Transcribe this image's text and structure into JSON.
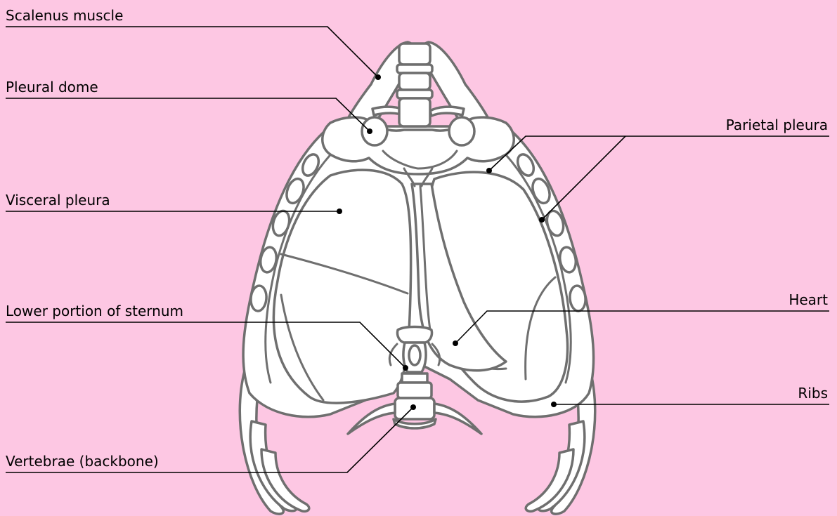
{
  "colors": {
    "background": "#fdc7e3",
    "outline": "#6f6f6f",
    "fill": "#ffffff",
    "leader": "#000000"
  },
  "labels": {
    "scalenus": "Scalenus muscle",
    "pleural_dome": "Pleural dome",
    "visceral": "Visceral pleura",
    "sternum": "Lower portion of sternum",
    "vertebrae": "Vertebrae (backbone)",
    "parietal": "Parietal pleura",
    "heart": "Heart",
    "ribs": "Ribs"
  }
}
